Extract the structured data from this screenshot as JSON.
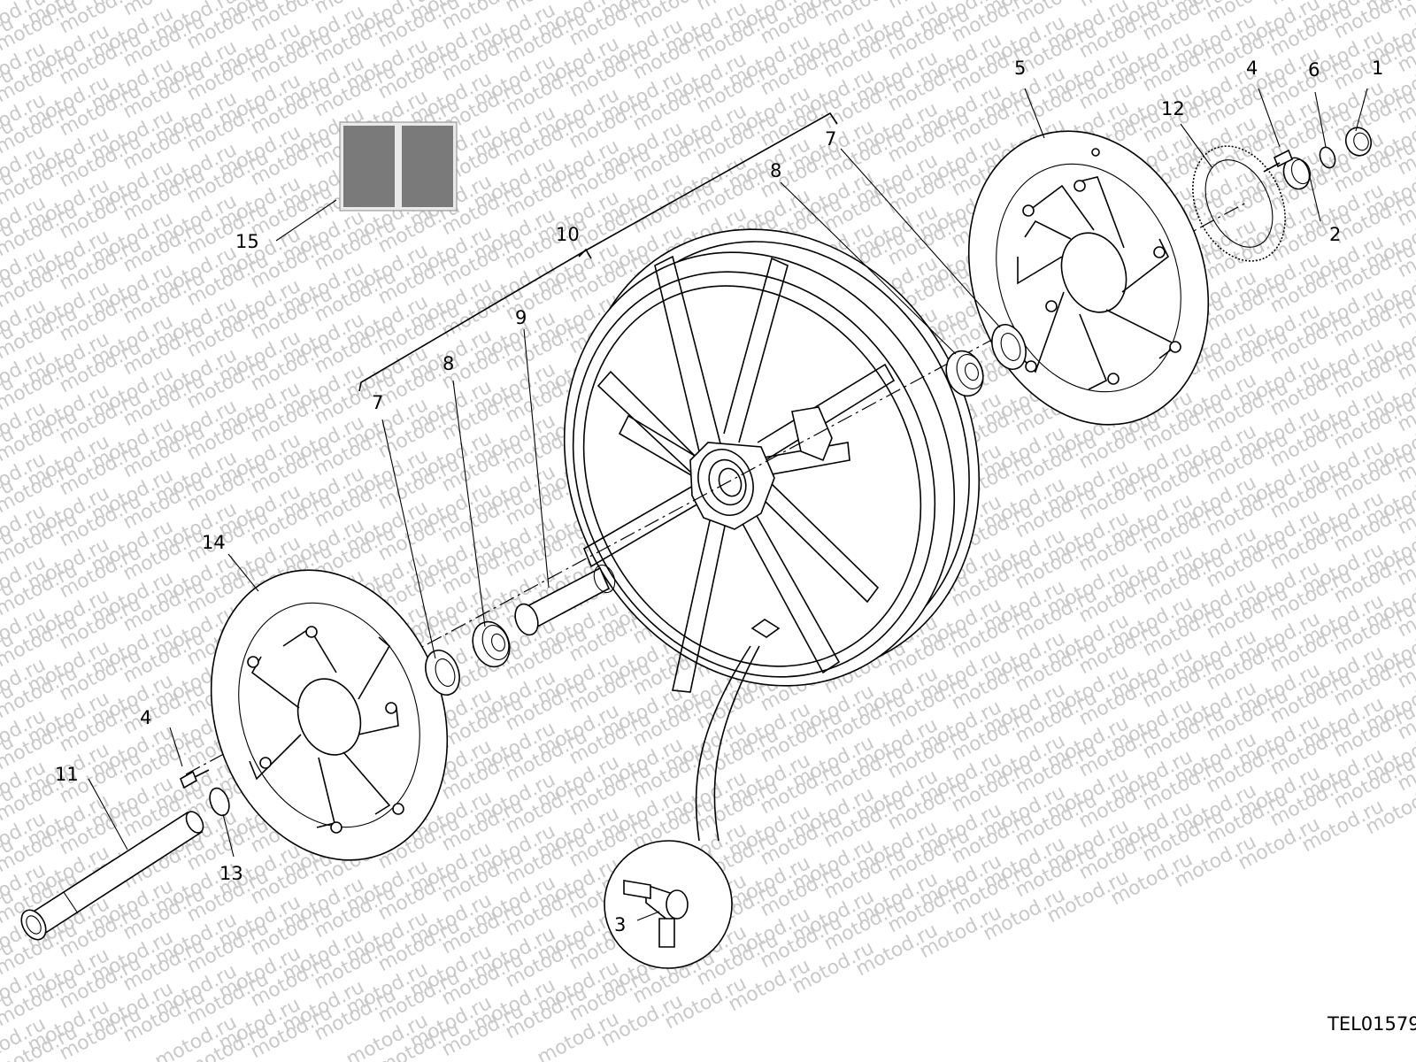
{
  "watermark": {
    "text": "motod.ru",
    "color": "#c9c9c9"
  },
  "callouts": {
    "c1": "1",
    "c2": "2",
    "c3": "3",
    "c4a": "4",
    "c4b": "4",
    "c5": "5",
    "c6": "6",
    "c7a": "7",
    "c7b": "7",
    "c8a": "8",
    "c8b": "8",
    "c9": "9",
    "c10": "10",
    "c11": "11",
    "c12": "12",
    "c13": "13",
    "c14": "14",
    "c15": "15"
  },
  "drawing_code": "TEL01579"
}
